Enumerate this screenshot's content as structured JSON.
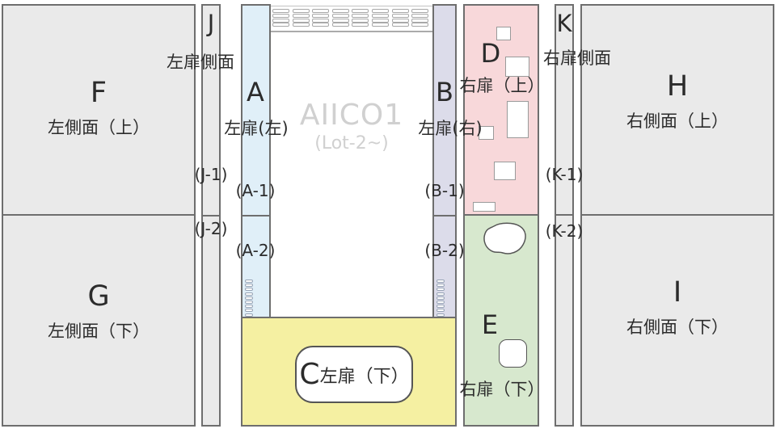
{
  "diagram": {
    "watermark": {
      "model": "AIICO1",
      "lot": "(Lot-2~)"
    },
    "panels": {
      "F": {
        "letter": "F",
        "caption": "左側面（上）"
      },
      "G": {
        "letter": "G",
        "caption": "左側面（下）"
      },
      "J": {
        "letter": "J",
        "caption": "左扉側面",
        "upper_label": "(J-1)",
        "lower_label": "(J-2)"
      },
      "A": {
        "letter": "A",
        "caption": "左扉(左)",
        "upper_label": "(A-1)",
        "lower_label": "(A-2)"
      },
      "B": {
        "letter": "B",
        "caption": "左扉(右)",
        "upper_label": "(B-1)",
        "lower_label": "(B-2)"
      },
      "C": {
        "letter": "C",
        "caption": "左扉（下）"
      },
      "D": {
        "letter": "D",
        "caption": "右扉（上）"
      },
      "E": {
        "letter": "E",
        "caption": "右扉（下）"
      },
      "K": {
        "letter": "K",
        "caption": "右扉側面",
        "upper_label": "(K-1)",
        "lower_label": "(K-2)"
      },
      "H": {
        "letter": "H",
        "caption": "右側面（上）"
      },
      "I": {
        "letter": "I",
        "caption": "右側面（下）"
      }
    },
    "colors": {
      "panel_gray": "#eaeaea",
      "door_left_blue": "#e0eff8",
      "door_right_lavender": "#dcdcea",
      "door_bottom_yellow": "#f5f0a2",
      "door_upper_pink": "#f8d8da",
      "door_lower_green": "#d7e8ce",
      "border": "#6e6e6e",
      "text": "#2b2b2b",
      "watermark": "#d0d0d0"
    }
  }
}
